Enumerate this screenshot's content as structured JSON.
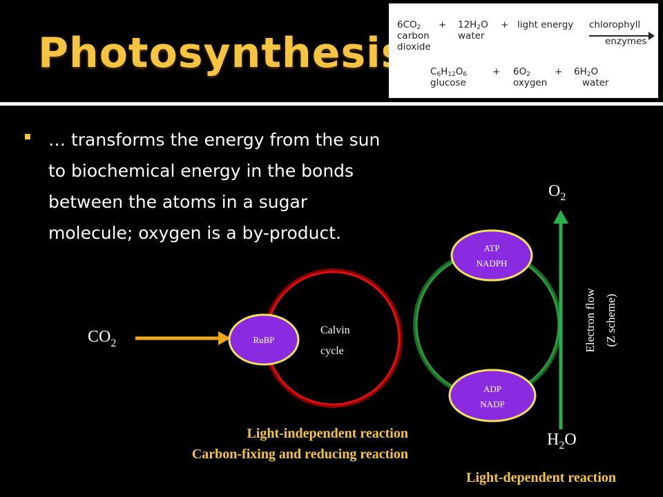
{
  "title": "Photosynthesis",
  "equation": {
    "line1_a": "6CO",
    "line1_a_sub": "2",
    "line1_plus1": "+",
    "line1_b": "12H",
    "line1_b_sub": "2",
    "line1_b_tail": "O",
    "line1_plus2": "+",
    "line1_c": "light energy",
    "label_carbon": "carbon",
    "label_dioxide": "dioxide",
    "label_water": "water",
    "arrow_top": "chlorophyll",
    "arrow_bottom": "enzymes",
    "line2_a": "C",
    "line2_a_s1": "6",
    "line2_a_m": "H",
    "line2_a_s2": "12",
    "line2_a_o": "O",
    "line2_a_s3": "6",
    "line2_plus1": "+",
    "line2_b": "6O",
    "line2_b_sub": "2",
    "line2_plus2": "+",
    "line2_c": "6H",
    "line2_c_sub": "2",
    "line2_c_tail": "O",
    "label_glucose": "glucose",
    "label_oxygen": "oxygen",
    "label_water2": "water"
  },
  "bullet": {
    "lines": [
      "… transforms the energy from the sun",
      "to biochemical energy in the bonds",
      "between the atoms in a sugar",
      "molecule; oxygen is a by-product."
    ]
  },
  "diagram": {
    "co2": "CO",
    "co2_sub": "2",
    "rubp": "RuBP",
    "calvin_1": "Calvin",
    "calvin_2": "cycle",
    "atp": "ATP",
    "nadph": "NADPH",
    "adp": "ADP",
    "nadp": "NADP",
    "o2": "O",
    "o2_sub": "2",
    "h2o_h": "H",
    "h2o_sub": "2",
    "h2o_o": "O",
    "electron_flow": "Electron flow",
    "z_scheme": "(Z scheme)",
    "light_independent": "Light-independent reaction",
    "carbon_fixing": "Carbon-fixing and reducing reaction",
    "light_dependent": "Light-dependent reaction"
  },
  "colors": {
    "title": "#f5c542",
    "red_cycle": "#e01010",
    "green_cycle": "#2a9a3a",
    "green_arrow": "#2ab04a",
    "node_fill": "#8a2be2",
    "node_border": "#f2e25a",
    "co2_arrow": "#f0a818",
    "caption": "#f5c542"
  }
}
